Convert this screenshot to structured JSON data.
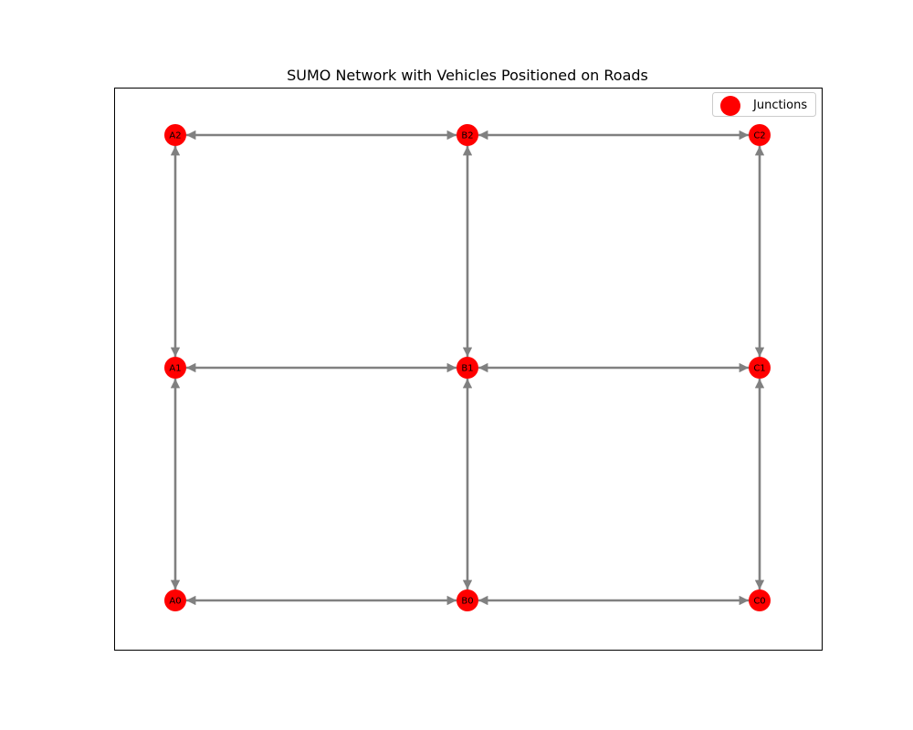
{
  "title": "SUMO Network with Vehicles Positioned on Roads",
  "legend": {
    "label": "Junctions",
    "placement": "top-right"
  },
  "colors": {
    "junction": "#ff0000",
    "edge": "#808080",
    "frame": "#000000",
    "background": "#ffffff"
  },
  "chart_data": {
    "type": "network",
    "title": "SUMO Network with Vehicles Positioned on Roads",
    "legend": [
      "Junctions"
    ],
    "grid": false,
    "axes_ticks_visible": false,
    "junctions": [
      {
        "id": "A0",
        "col": 0,
        "row": 0
      },
      {
        "id": "A1",
        "col": 0,
        "row": 1
      },
      {
        "id": "A2",
        "col": 0,
        "row": 2
      },
      {
        "id": "B0",
        "col": 1,
        "row": 0
      },
      {
        "id": "B1",
        "col": 1,
        "row": 1
      },
      {
        "id": "B2",
        "col": 1,
        "row": 2
      },
      {
        "id": "C0",
        "col": 2,
        "row": 0
      },
      {
        "id": "C1",
        "col": 2,
        "row": 1
      },
      {
        "id": "C2",
        "col": 2,
        "row": 2
      }
    ],
    "edges": [
      {
        "from": "A0",
        "to": "A1",
        "bidirectional": true
      },
      {
        "from": "A1",
        "to": "A2",
        "bidirectional": true
      },
      {
        "from": "B0",
        "to": "B1",
        "bidirectional": true
      },
      {
        "from": "B1",
        "to": "B2",
        "bidirectional": true
      },
      {
        "from": "C0",
        "to": "C1",
        "bidirectional": true
      },
      {
        "from": "C1",
        "to": "C2",
        "bidirectional": true
      },
      {
        "from": "A0",
        "to": "B0",
        "bidirectional": true
      },
      {
        "from": "B0",
        "to": "C0",
        "bidirectional": true
      },
      {
        "from": "A1",
        "to": "B1",
        "bidirectional": true
      },
      {
        "from": "B1",
        "to": "C1",
        "bidirectional": true
      },
      {
        "from": "A2",
        "to": "B2",
        "bidirectional": true
      },
      {
        "from": "B2",
        "to": "C2",
        "bidirectional": true
      }
    ]
  }
}
